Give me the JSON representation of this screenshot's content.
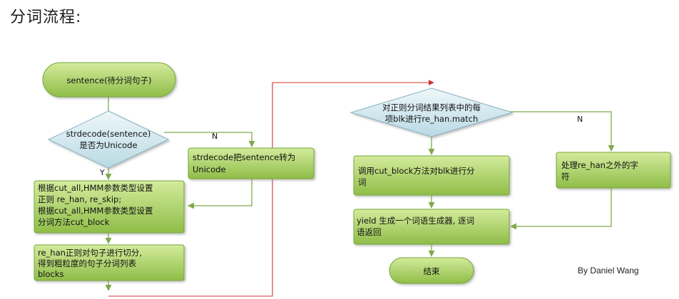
{
  "title": "分词流程:",
  "colors": {
    "node_fill_top": "#cbe690",
    "node_fill_bottom": "#93c04d",
    "node_stroke": "#78a83a",
    "diamond_fill": "#d9ebf1",
    "arrow": "#7eaa4a",
    "connector": "#cc3333"
  },
  "nodes": {
    "start": "sentence(待分词句子)",
    "check": [
      "strdecode(sentence)",
      "是否为Unicode"
    ],
    "convert": [
      "strdecode把sentence转为",
      "Unicode"
    ],
    "setup": [
      "根据cut_all,HMM参数类型设置",
      "正则 re_han, re_skip;",
      "根据cut_all,HMM参数类型设置",
      "分词方法cut_block"
    ],
    "split": [
      "re_han正则对句子进行切分,",
      "得到粗粒度的句子分词列表",
      "blocks"
    ],
    "loop": [
      "对正则分词结果列表中的每",
      "项blk进行re_han.match"
    ],
    "cut": [
      "调用cut_block方法对blk进行分",
      "词"
    ],
    "other": [
      "处理re_han之外的字",
      "符"
    ],
    "yield": [
      "yield 生成一个词语生成器, 逐词",
      "语返回"
    ],
    "end": "结束"
  },
  "edge_labels": {
    "no1": "N",
    "yes1": "Y",
    "no2": "N"
  },
  "author": "By Daniel Wang"
}
